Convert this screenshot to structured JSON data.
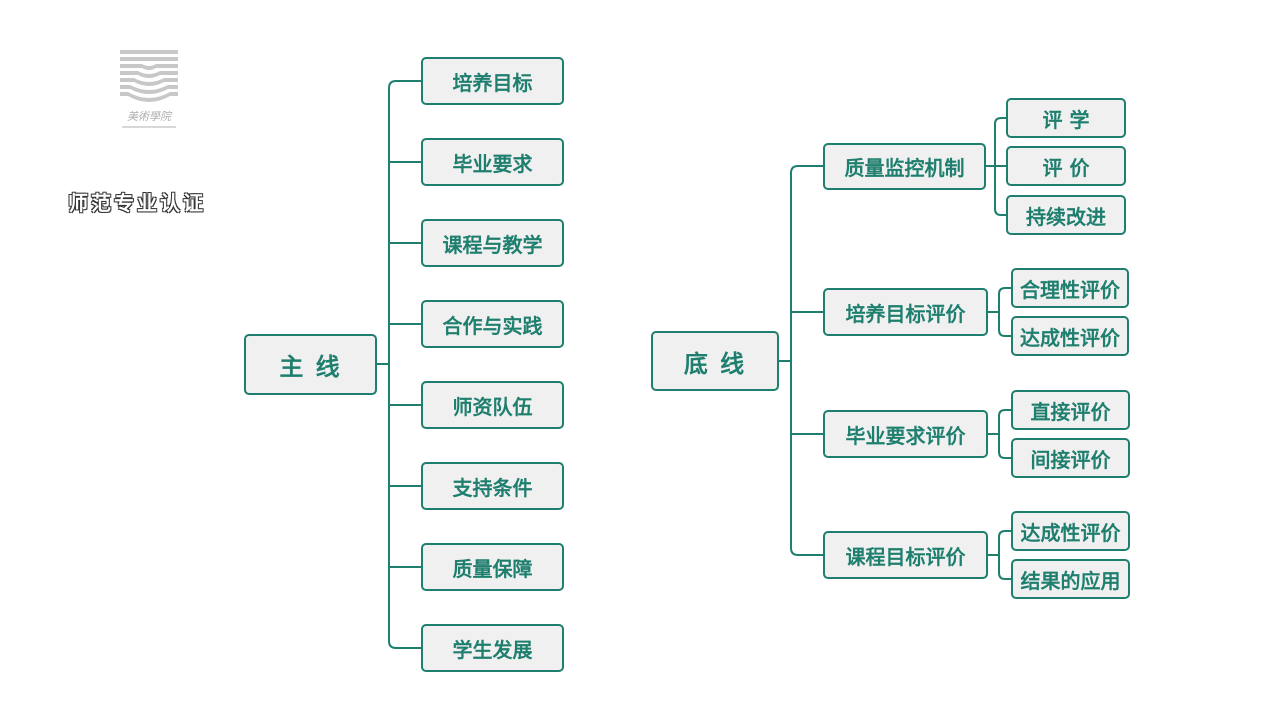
{
  "title": "师范专业认证",
  "logo": {
    "name": "美術學院",
    "icon": "academy-logo-icon"
  },
  "main_line": {
    "root": "主 线",
    "items": [
      "培养目标",
      "毕业要求",
      "课程与教学",
      "合作与实践",
      "师资队伍",
      "支持条件",
      "质量保障",
      "学生发展"
    ]
  },
  "bottom_line": {
    "root": "底 线",
    "groups": [
      {
        "label": "质量监控机制",
        "children": [
          "评 学",
          "评 价",
          "持续改进"
        ]
      },
      {
        "label": "培养目标评价",
        "children": [
          "合理性评价",
          "达成性评价"
        ]
      },
      {
        "label": "毕业要求评价",
        "children": [
          "直接评价",
          "间接评价"
        ]
      },
      {
        "label": "课程目标评价",
        "children": [
          "达成性评价",
          "结果的应用"
        ]
      }
    ]
  },
  "colors": {
    "accent": "#1f7f6f",
    "box_fill": "#f0f0f0"
  }
}
